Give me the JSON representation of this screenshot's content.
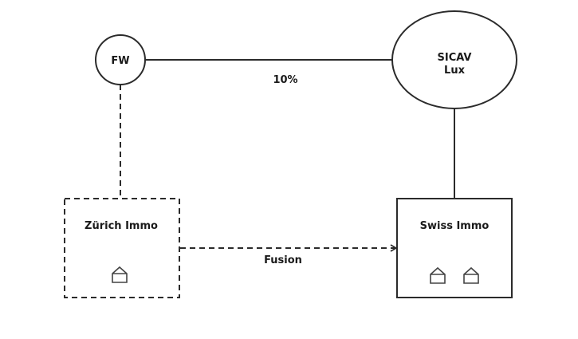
{
  "diagram": {
    "nodes": {
      "fw": {
        "label": "FW",
        "shape": "circle",
        "border": "solid"
      },
      "sicav": {
        "label_line1": "SICAV",
        "label_line2": "Lux",
        "shape": "ellipse",
        "border": "solid"
      },
      "zurich": {
        "label": "Zürich Immo",
        "shape": "rectangle",
        "border": "dashed",
        "house_icons": 1
      },
      "swiss": {
        "label": "Swiss Immo",
        "shape": "rectangle",
        "border": "solid",
        "house_icons": 2
      }
    },
    "edges": {
      "fw_sicav": {
        "from": "FW",
        "to": "SICAV Lux",
        "label": "10%",
        "style": "solid"
      },
      "fw_zurich": {
        "from": "FW",
        "to": "Zürich Immo",
        "label": "",
        "style": "dashed"
      },
      "sicav_swiss": {
        "from": "SICAV Lux",
        "to": "Swiss Immo",
        "label": "",
        "style": "solid"
      },
      "zurich_swiss": {
        "from": "Zürich Immo",
        "to": "Swiss Immo",
        "label": "Fusion",
        "style": "dashed",
        "arrow": "open-arrowhead"
      }
    },
    "colors": {
      "stroke": "#2b2b2b",
      "text": "#1a1a1a",
      "background": "#ffffff"
    }
  }
}
